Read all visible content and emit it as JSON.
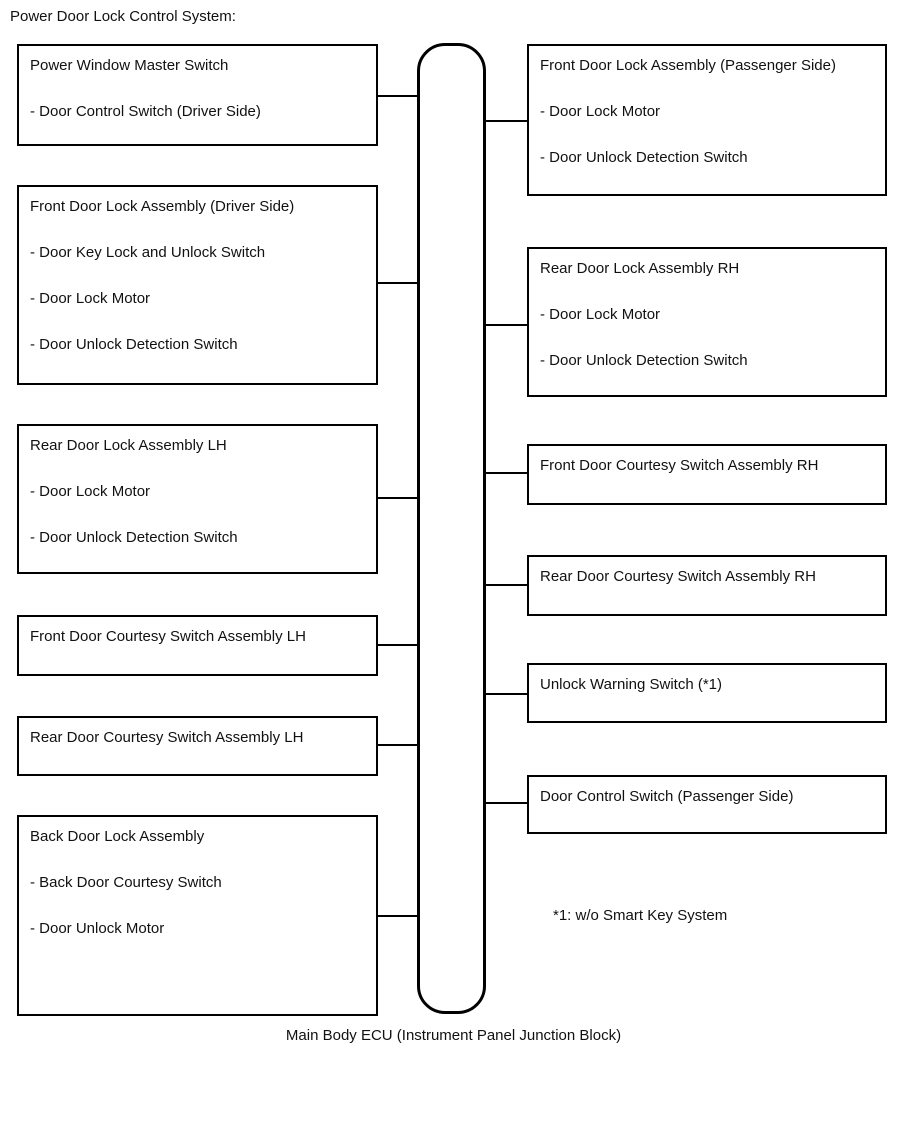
{
  "title": "Power Door Lock Control System:",
  "colors": {
    "background": "#ffffff",
    "line": "#000000",
    "text": "#111111"
  },
  "diagram": {
    "center_unit_label": "Main Body ECU (Instrument Panel Junction Block)",
    "footnote": "*1: w/o Smart Key System",
    "left_boxes": [
      {
        "title": "Power Window Master Switch",
        "items": [
          "- Door Control Switch (Driver Side)"
        ]
      },
      {
        "title": "Front Door Lock Assembly (Driver Side)",
        "items": [
          "- Door Key Lock and Unlock Switch",
          "- Door Lock Motor",
          "- Door Unlock Detection Switch"
        ]
      },
      {
        "title": "Rear Door Lock Assembly LH",
        "items": [
          "- Door Lock Motor",
          "- Door Unlock Detection Switch"
        ]
      },
      {
        "title": "Front Door Courtesy Switch Assembly LH",
        "items": []
      },
      {
        "title": "Rear Door Courtesy Switch Assembly LH",
        "items": []
      },
      {
        "title": "Back Door Lock Assembly",
        "items": [
          "- Back Door Courtesy Switch",
          "- Door Unlock Motor"
        ]
      }
    ],
    "right_boxes": [
      {
        "title": "Front Door Lock Assembly (Passenger Side)",
        "items": [
          "- Door Lock Motor",
          "- Door Unlock Detection Switch"
        ]
      },
      {
        "title": "Rear Door Lock Assembly RH",
        "items": [
          "- Door Lock Motor",
          "- Door Unlock Detection Switch"
        ]
      },
      {
        "title": "Front Door Courtesy Switch Assembly RH",
        "items": []
      },
      {
        "title": "Rear Door Courtesy Switch Assembly RH",
        "items": []
      },
      {
        "title": "Unlock Warning Switch (*1)",
        "items": []
      },
      {
        "title": "Door Control Switch (Passenger Side)",
        "items": []
      }
    ]
  }
}
